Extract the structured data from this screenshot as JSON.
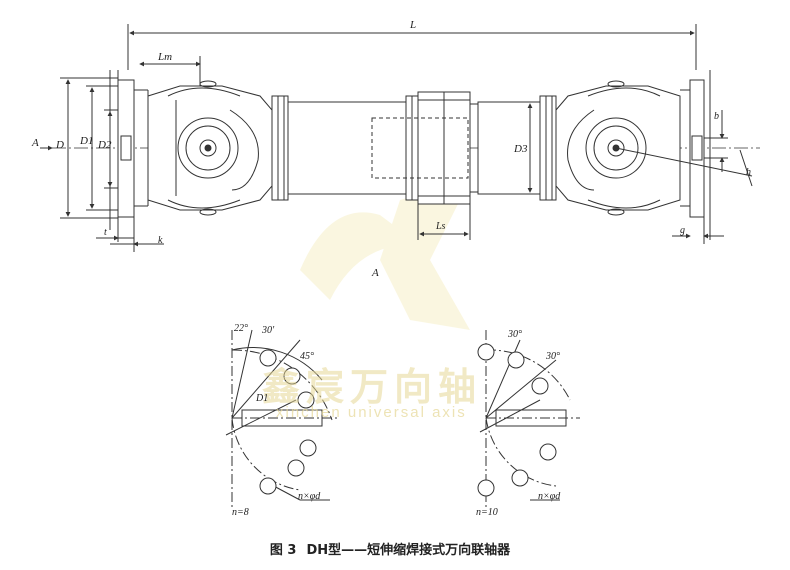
{
  "caption": {
    "figure": "图 3",
    "title": "DH型——短伸缩焊接式万向联轴器"
  },
  "watermark": {
    "chinese": "鑫宸万向轴",
    "english": "xinchen universal axis"
  },
  "labels": {
    "L": "L",
    "Lm": "Lm",
    "A_arrow": "A",
    "A_view": "A",
    "D": "D",
    "D1": "D1",
    "D2": "D2",
    "D3": "D3",
    "t": "t",
    "k": "k",
    "Ls": "Ls",
    "b": "b",
    "g": "g",
    "h": "h"
  },
  "flange_views": [
    {
      "n": "n=8",
      "hole": "n×φd",
      "angles": [
        "22°",
        "30′",
        "45°"
      ],
      "diameter": "D1"
    },
    {
      "n": "n=10",
      "hole": "n×φd",
      "angles": [
        "30°",
        "30°"
      ]
    }
  ],
  "colors": {
    "line": "#333333",
    "watermark": "#e6d796"
  }
}
